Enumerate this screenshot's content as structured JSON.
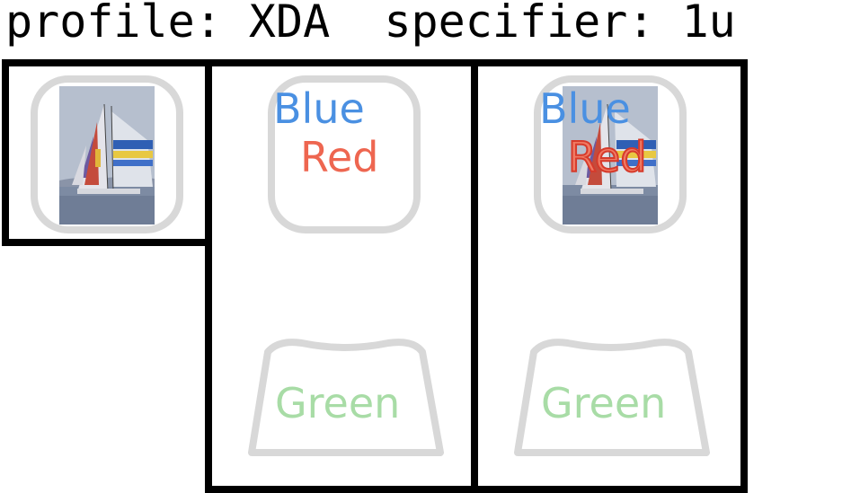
{
  "header": {
    "profile_text": "profile: XDA",
    "specifier_text": "specifier: 1u"
  },
  "labels": {
    "blue": "Blue",
    "red": "Red",
    "green": "Green"
  },
  "images": {
    "sailboat_icon": "sailboat-photo"
  },
  "colors": {
    "frame": "#000000",
    "keycap_outline": "#d8d8d8",
    "blue": "#4a90e2",
    "red": "#ee6650",
    "green": "#a8dca6"
  }
}
